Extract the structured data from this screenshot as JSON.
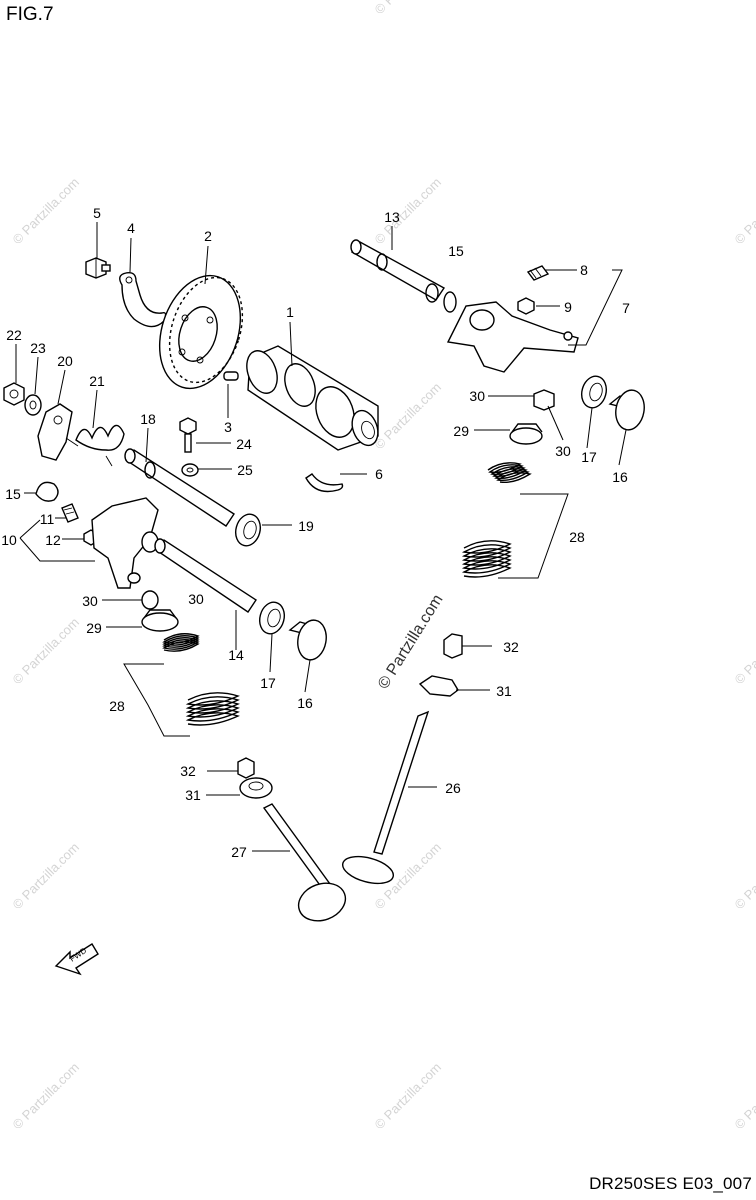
{
  "figure_title": "FIG.7",
  "doc_code": "DR250SES E03_007",
  "watermark": "© Partzilla.com",
  "fwd_label": "FWD",
  "callouts": {
    "c1": "1",
    "c2": "2",
    "c3": "3",
    "c4": "4",
    "c5": "5",
    "c6": "6",
    "c7": "7",
    "c8": "8",
    "c9": "9",
    "c10": "10",
    "c11": "11",
    "c12": "12",
    "c13": "13",
    "c14": "14",
    "c15a": "15",
    "c15b": "15",
    "c16a": "16",
    "c16b": "16",
    "c17a": "17",
    "c17b": "17",
    "c18": "18",
    "c19": "19",
    "c20": "20",
    "c21": "21",
    "c22": "22",
    "c23": "23",
    "c24": "24",
    "c25": "25",
    "c26": "26",
    "c27": "27",
    "c28a": "28",
    "c28b": "28",
    "c29a": "29",
    "c29b": "29",
    "c30a": "30",
    "c30b": "30",
    "c30c": "30",
    "c30d": "30",
    "c31a": "31",
    "c31b": "31",
    "c32a": "32",
    "c32b": "32"
  }
}
